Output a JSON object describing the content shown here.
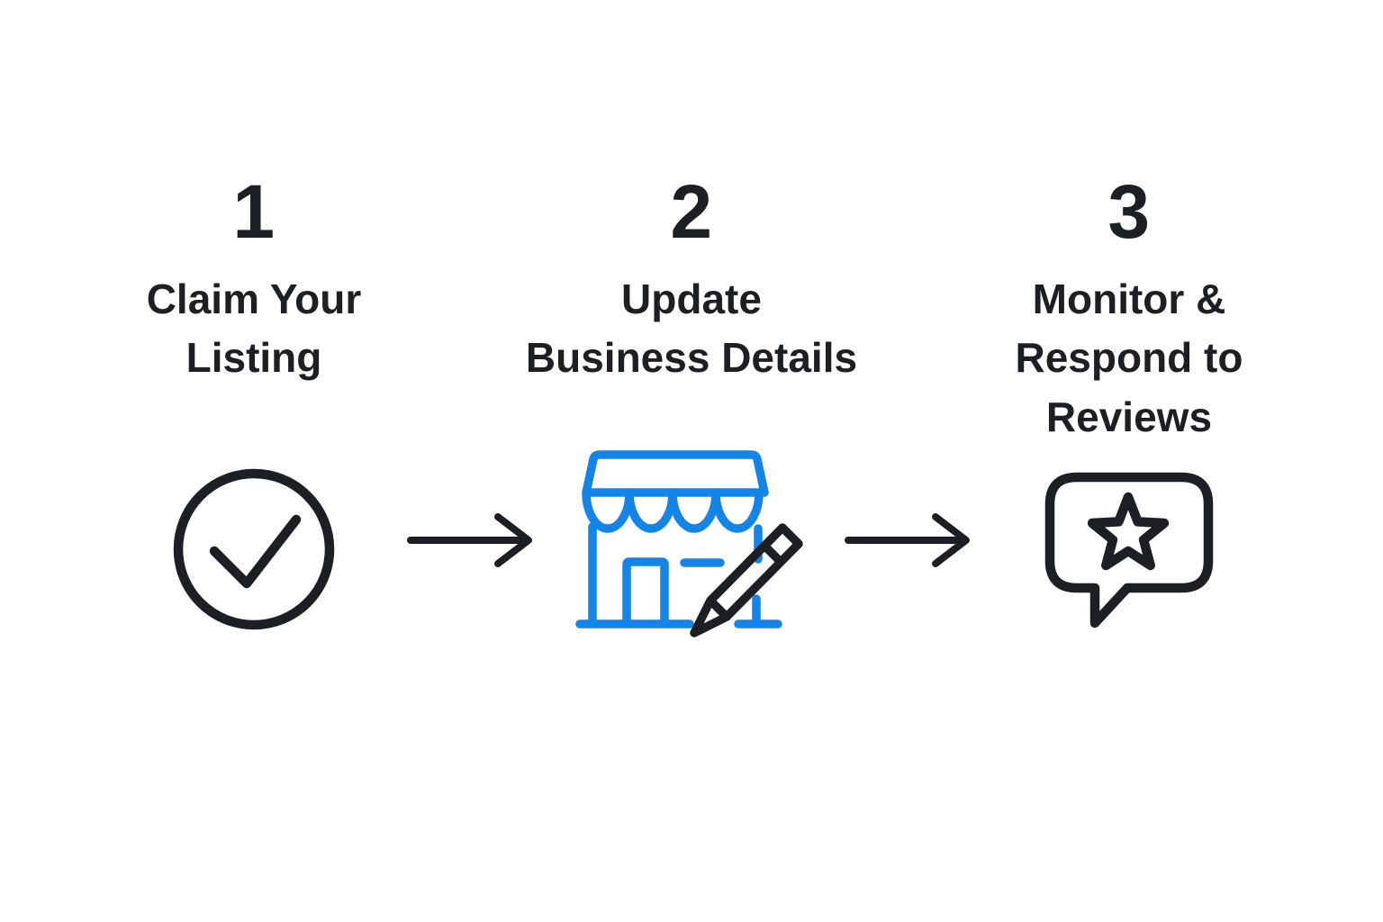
{
  "colors": {
    "ink": "#1c1f24",
    "accent": "#1484e6",
    "background": "#ffffff"
  },
  "steps": [
    {
      "number": "1",
      "title": "Claim Your\nListing",
      "icon": "check-circle"
    },
    {
      "number": "2",
      "title": "Update\nBusiness Details",
      "icon": "storefront-edit"
    },
    {
      "number": "3",
      "title": "Monitor &\nRespond to\nReviews",
      "icon": "review-bubble-star"
    }
  ],
  "connector": {
    "icon": "arrow-right"
  }
}
